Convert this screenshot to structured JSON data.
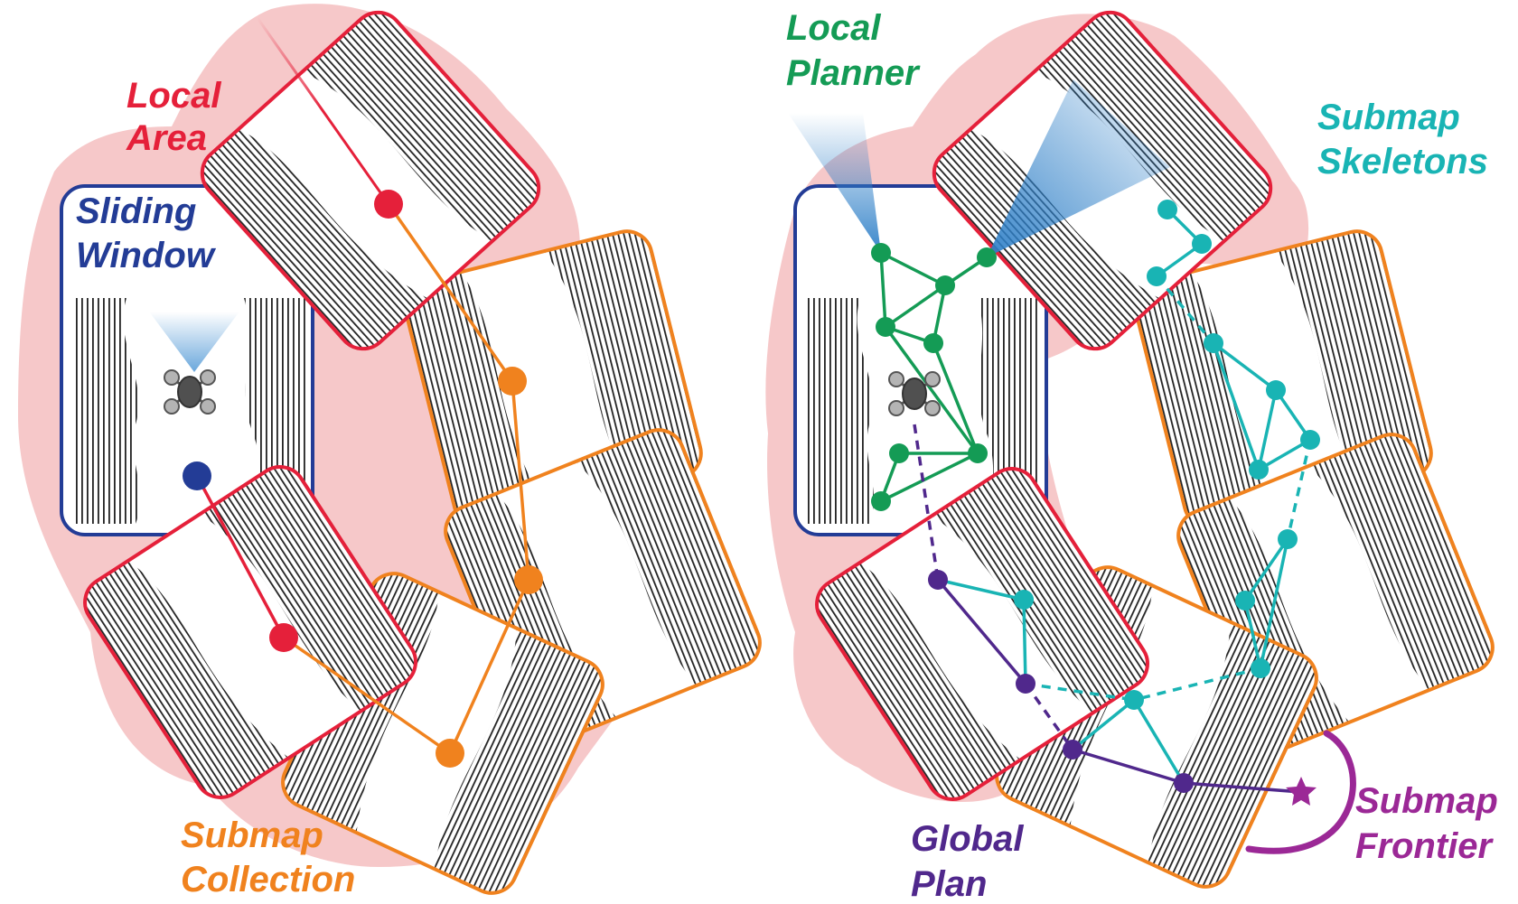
{
  "colors": {
    "local_area_fill": "#f6c8c9",
    "local_area_red": "#e5203a",
    "submap_orange": "#f0821e",
    "sliding_window_blue": "#233c96",
    "local_planner_green": "#149b55",
    "skeleton_teal": "#19b4b4",
    "global_plan_purple": "#50288c",
    "frontier_magenta": "#9b2896",
    "camera_cone_blue": "#3c8cd2",
    "hatch_black": "#222222",
    "drone_gray": "#555555"
  },
  "icons": [
    "drone-icon",
    "camera-cone-icon",
    "goal-star-icon"
  ],
  "left_panel": {
    "labels": {
      "local_area": [
        "Local",
        "Area"
      ],
      "sliding_window": [
        "Sliding",
        "Window"
      ],
      "submap_collection": [
        "Submap",
        "Collection"
      ]
    }
  },
  "right_panel": {
    "labels": {
      "local_planner": [
        "Local",
        "Planner"
      ],
      "submap_skeletons": [
        "Submap",
        "Skeletons"
      ],
      "global_plan": [
        "Global",
        "Plan"
      ],
      "submap_frontier": [
        "Submap",
        "Frontier"
      ]
    }
  }
}
